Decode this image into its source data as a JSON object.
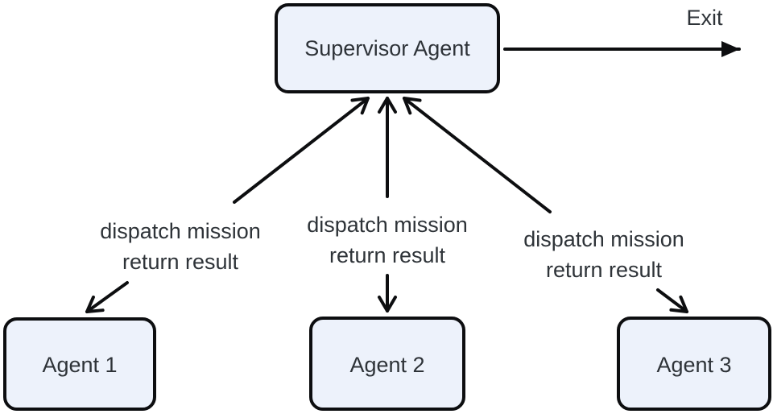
{
  "nodes": {
    "supervisor": {
      "label": "Supervisor Agent"
    },
    "agent1": {
      "label": "Agent 1"
    },
    "agent2": {
      "label": "Agent 2"
    },
    "agent3": {
      "label": "Agent 3"
    }
  },
  "edges": {
    "exit": {
      "label": "Exit"
    },
    "agent1": {
      "line1": "dispatch mission",
      "line2": "return result"
    },
    "agent2": {
      "line1": "dispatch mission",
      "line2": "return result"
    },
    "agent3": {
      "line1": "dispatch mission",
      "line2": "return result"
    }
  },
  "colors": {
    "node_fill": "#edf2fb",
    "node_border": "#0d0e10",
    "line_color": "#0d0e10",
    "text_color": "#2e3338",
    "canvas_bg": "#ffffff"
  }
}
